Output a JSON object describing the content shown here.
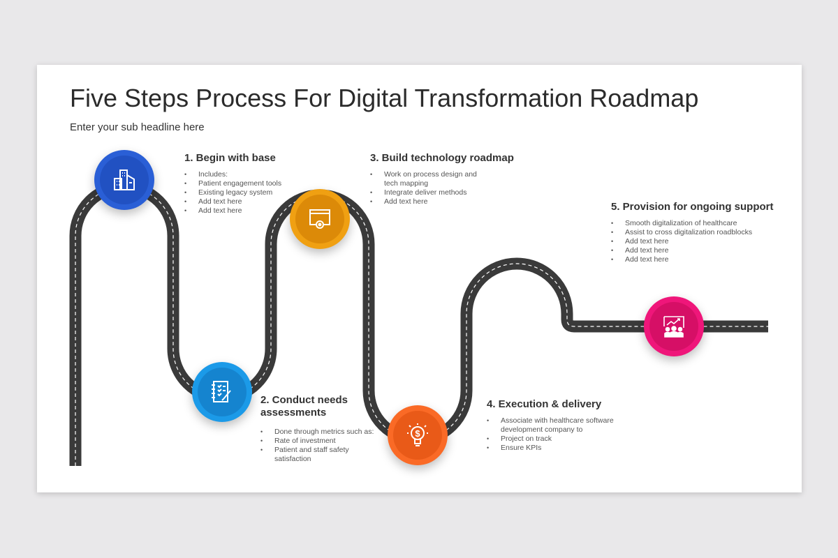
{
  "title": "Five Steps Process For Digital Transformation Roadmap",
  "subtitle": "Enter your sub headline here",
  "colors": {
    "step1": "#2255c8",
    "step2": "#1a8fdc",
    "step3": "#e8960c",
    "step4": "#f25c1e",
    "step5": "#e5106a",
    "road": "#3a3a3a"
  },
  "steps": [
    {
      "heading": "1. Begin with base",
      "icon": "buildings-icon",
      "bullets": [
        "Includes:",
        "Patient engagement tools",
        "Existing legacy system",
        "Add text here",
        "Add text here"
      ]
    },
    {
      "heading": "2. Conduct needs assessments",
      "icon": "checklist-icon",
      "bullets": [
        "Done through metrics such as:",
        "Rate of investment",
        "Patient and staff safety satisfaction"
      ]
    },
    {
      "heading": "3. Build technology roadmap",
      "icon": "browser-gear-icon",
      "bullets": [
        "Work on process design and tech mapping",
        "Integrate deliver methods",
        "Add text here"
      ]
    },
    {
      "heading": "4. Execution & delivery",
      "icon": "lightbulb-dollar-icon",
      "bullets": [
        "Associate with healthcare software development company to",
        "Project on track",
        "Ensure KPIs"
      ]
    },
    {
      "heading": "5. Provision for ongoing support",
      "icon": "presentation-team-icon",
      "bullets": [
        "Smooth digitalization of healthcare",
        "Assist to cross digitalization roadblocks",
        "Add text here",
        "Add text here",
        "Add text here"
      ]
    }
  ]
}
